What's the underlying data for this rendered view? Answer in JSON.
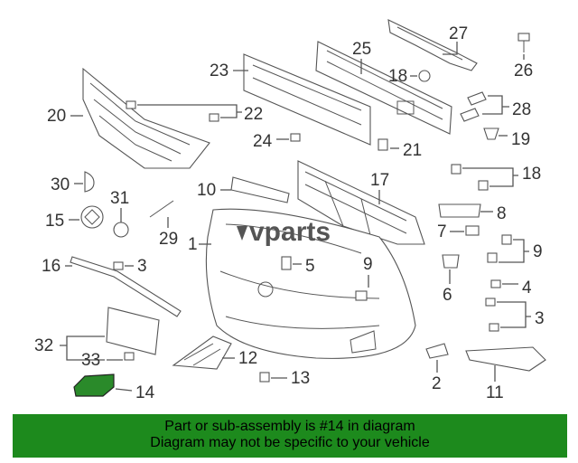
{
  "watermark": "vparts",
  "callouts": {
    "c1": "1",
    "c2": "2",
    "c3a": "3",
    "c3b": "3",
    "c4": "4",
    "c5": "5",
    "c6": "6",
    "c7": "7",
    "c8": "8",
    "c9a": "9",
    "c9b": "9",
    "c10": "10",
    "c11": "11",
    "c12": "12",
    "c13": "13",
    "c14": "14",
    "c15": "15",
    "c16": "16",
    "c17": "17",
    "c18a": "18",
    "c18b": "18",
    "c19": "19",
    "c20": "20",
    "c21": "21",
    "c22": "22",
    "c23": "23",
    "c24": "24",
    "c25": "25",
    "c26": "26",
    "c27": "27",
    "c28": "28",
    "c29": "29",
    "c30": "30",
    "c31": "31",
    "c32": "32",
    "c33": "33"
  },
  "highlight_color": "#2a8a2a",
  "banner": {
    "line1": "Part or sub-assembly is #14 in diagram",
    "line2": "Diagram may not be specific to your vehicle",
    "color": "#1d8a1d"
  }
}
